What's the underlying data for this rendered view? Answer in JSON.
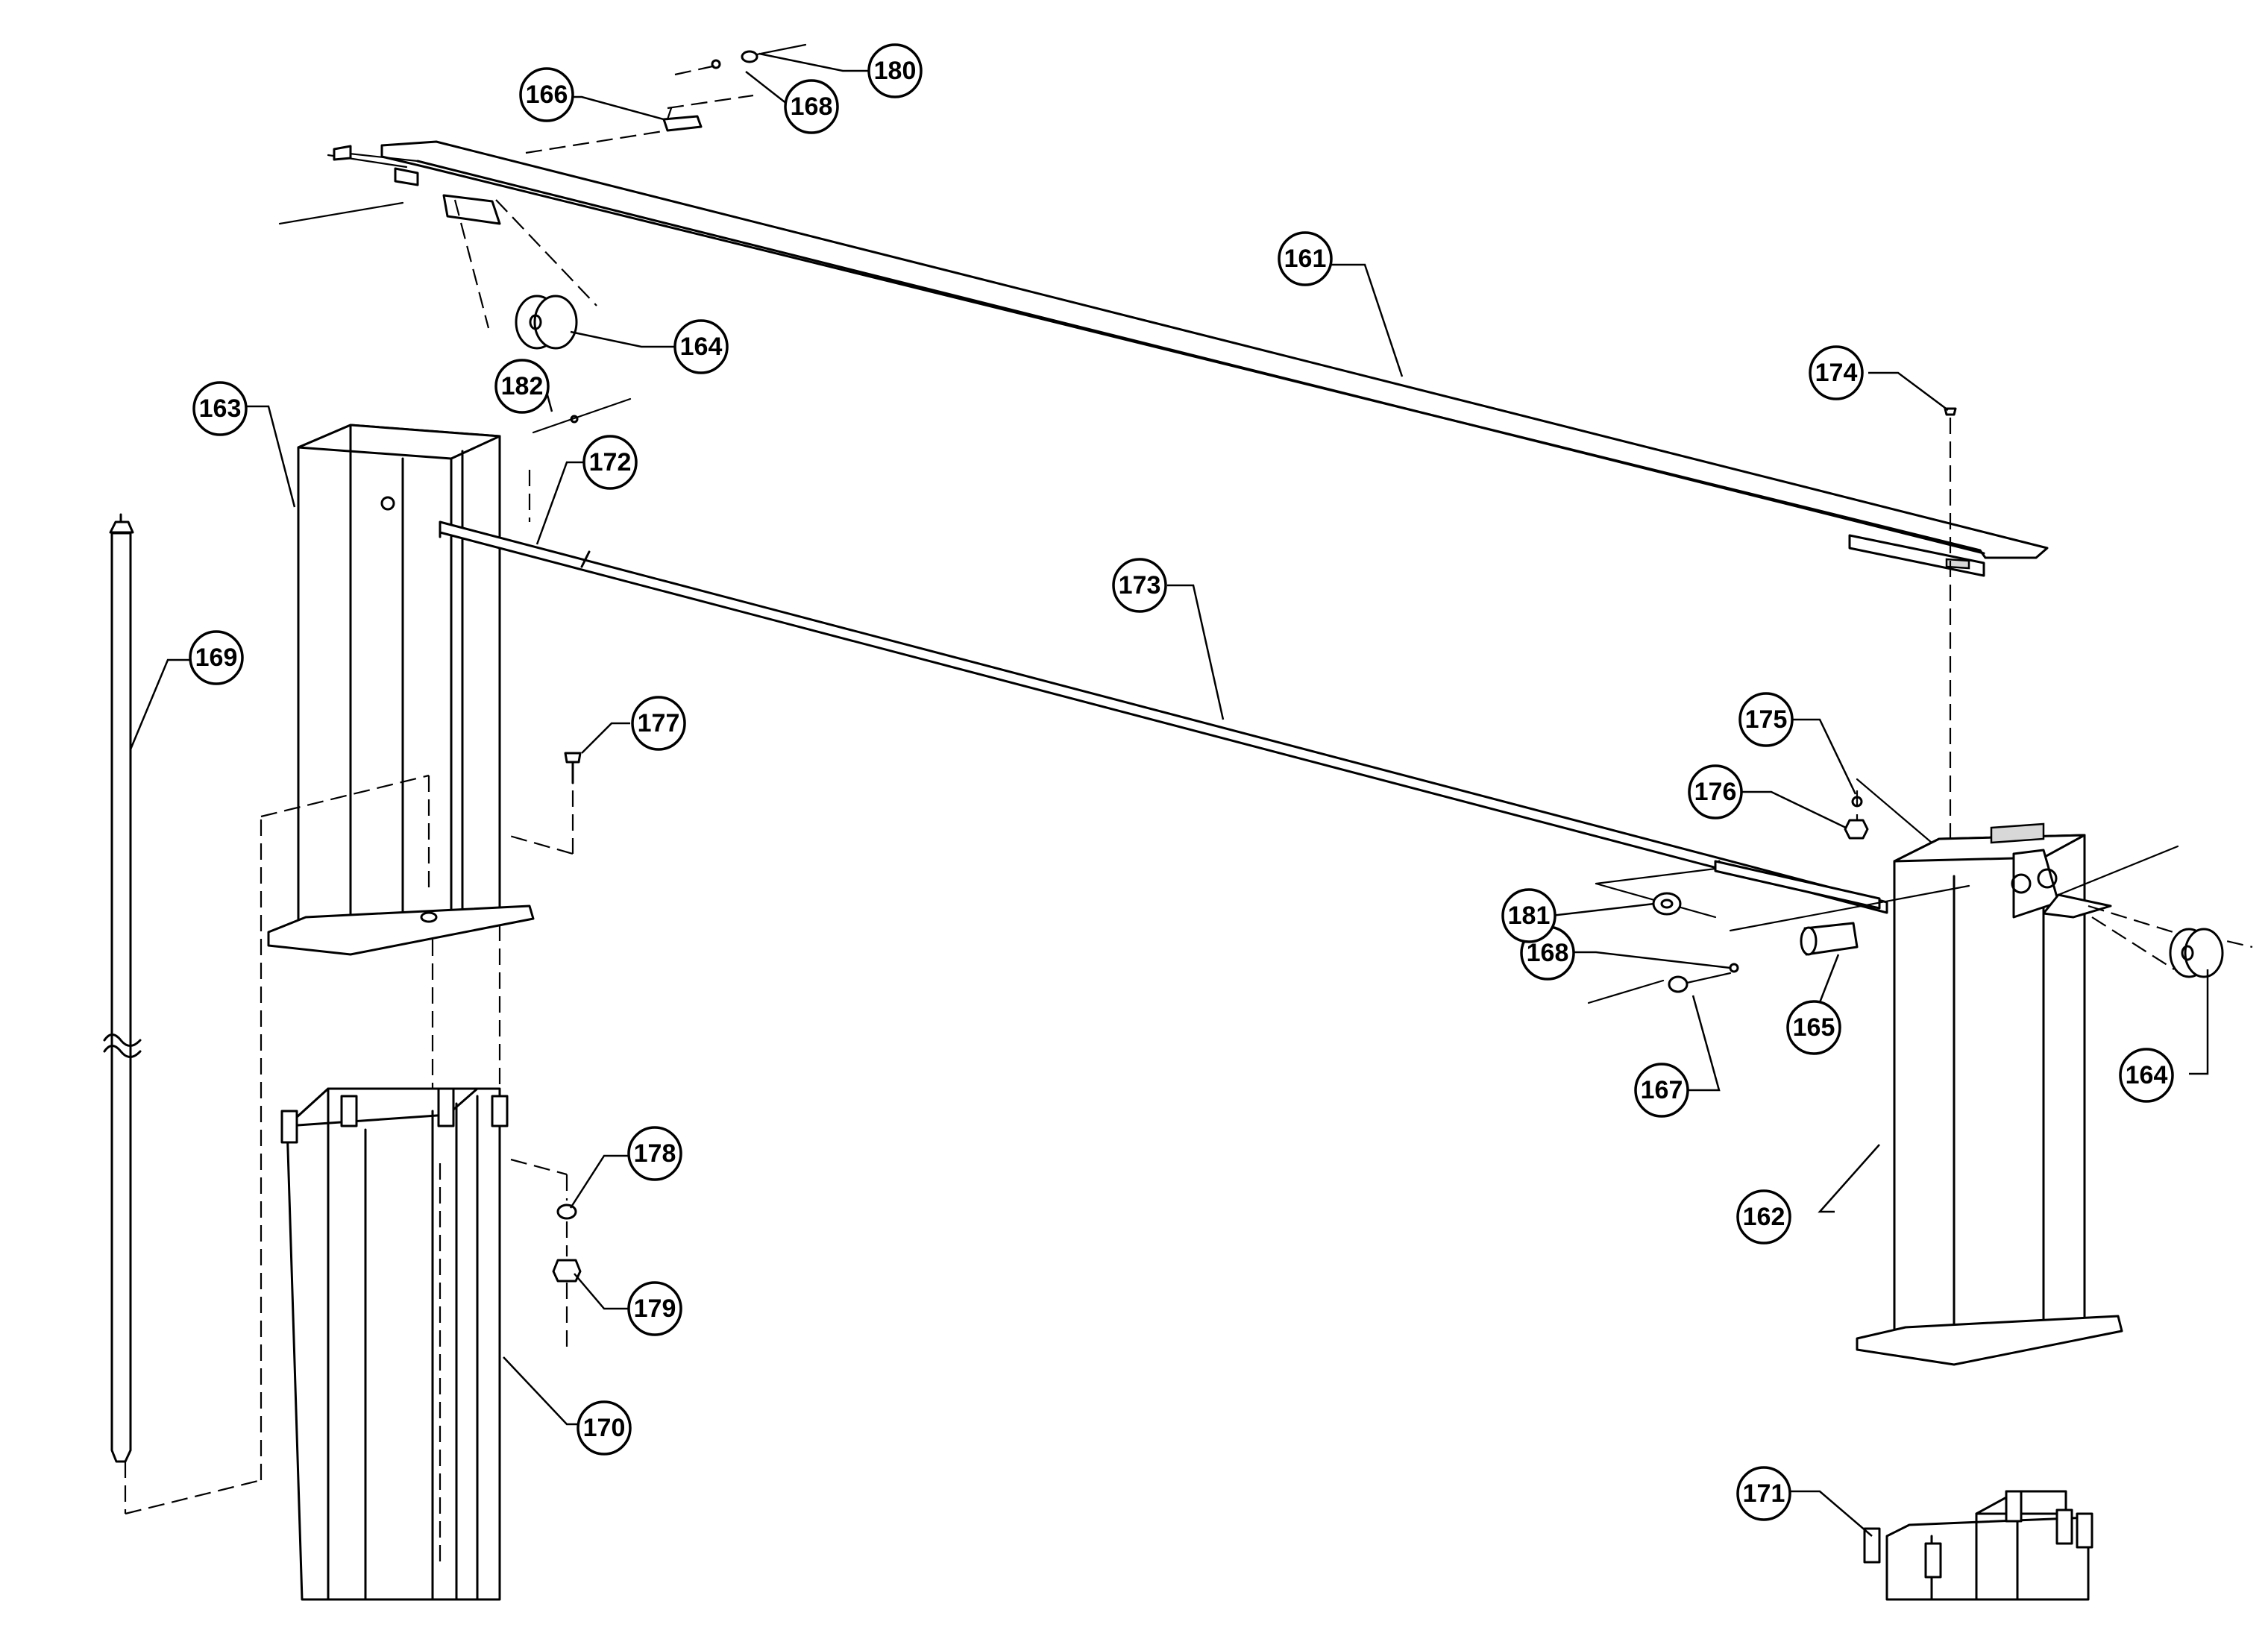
{
  "callouts": [
    {
      "id": "161",
      "label": "161"
    },
    {
      "id": "162",
      "label": "162"
    },
    {
      "id": "163",
      "label": "163"
    },
    {
      "id": "164a",
      "label": "164"
    },
    {
      "id": "164b",
      "label": "164"
    },
    {
      "id": "165",
      "label": "165"
    },
    {
      "id": "166",
      "label": "166"
    },
    {
      "id": "167",
      "label": "167"
    },
    {
      "id": "168a",
      "label": "168"
    },
    {
      "id": "168b",
      "label": "168"
    },
    {
      "id": "169",
      "label": "169"
    },
    {
      "id": "170",
      "label": "170"
    },
    {
      "id": "171",
      "label": "171"
    },
    {
      "id": "172",
      "label": "172"
    },
    {
      "id": "173",
      "label": "173"
    },
    {
      "id": "174",
      "label": "174"
    },
    {
      "id": "175",
      "label": "175"
    },
    {
      "id": "176",
      "label": "176"
    },
    {
      "id": "177",
      "label": "177"
    },
    {
      "id": "178",
      "label": "178"
    },
    {
      "id": "179",
      "label": "179"
    },
    {
      "id": "180",
      "label": "180"
    },
    {
      "id": "181",
      "label": "181"
    },
    {
      "id": "182",
      "label": "182"
    }
  ]
}
